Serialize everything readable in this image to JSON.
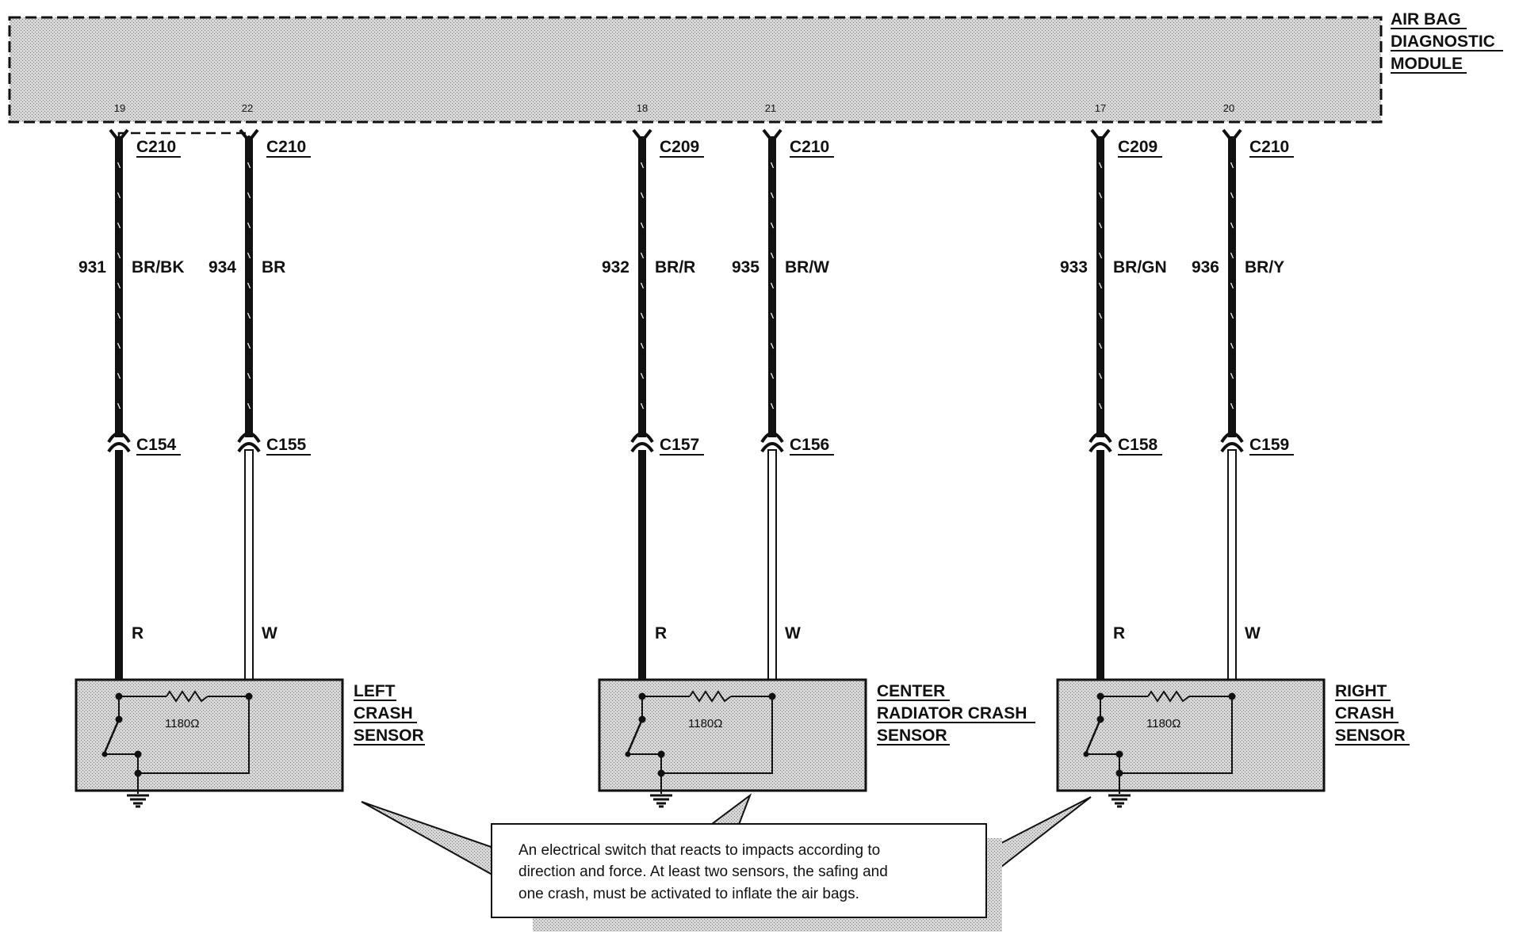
{
  "module": {
    "title_lines": [
      "AIR BAG",
      "DIAGNOSTIC",
      "MODULE"
    ]
  },
  "colors": {
    "wire": "#111111",
    "screen_fill": "#d6d6d6",
    "background": "#ffffff"
  },
  "circuits": [
    {
      "pin": "19",
      "module_connector": "C210",
      "circuit": "931",
      "color_code": "BR/BK",
      "sensor_connector": "C154",
      "sensor_wire": "R",
      "lower_wire": "solid"
    },
    {
      "pin": "22",
      "module_connector": "C210",
      "circuit": "934",
      "color_code": "BR",
      "sensor_connector": "C155",
      "sensor_wire": "W",
      "lower_wire": "hollow"
    },
    {
      "pin": "18",
      "module_connector": "C209",
      "circuit": "932",
      "color_code": "BR/R",
      "sensor_connector": "C157",
      "sensor_wire": "R",
      "lower_wire": "solid"
    },
    {
      "pin": "21",
      "module_connector": "C210",
      "circuit": "935",
      "color_code": "BR/W",
      "sensor_connector": "C156",
      "sensor_wire": "W",
      "lower_wire": "hollow"
    },
    {
      "pin": "17",
      "module_connector": "C209",
      "circuit": "933",
      "color_code": "BR/GN",
      "sensor_connector": "C158",
      "sensor_wire": "R",
      "lower_wire": "solid"
    },
    {
      "pin": "20",
      "module_connector": "C210",
      "circuit": "936",
      "color_code": "BR/Y",
      "sensor_connector": "C159",
      "sensor_wire": "W",
      "lower_wire": "hollow"
    }
  ],
  "sensors": [
    {
      "name_lines": [
        "LEFT",
        "CRASH",
        "SENSOR"
      ],
      "resistor": "1180Ω",
      "ground_icon": "ground-icon"
    },
    {
      "name_lines": [
        "CENTER",
        "RADIATOR CRASH",
        "SENSOR"
      ],
      "resistor": "1180Ω",
      "ground_icon": "ground-icon"
    },
    {
      "name_lines": [
        "RIGHT",
        "CRASH",
        "SENSOR"
      ],
      "resistor": "1180Ω",
      "ground_icon": "ground-icon"
    }
  ],
  "callout": {
    "lines": [
      "An electrical switch that reacts to impacts according  to",
      "direction and force. At least two sensors, the safing and",
      "one crash, must be activated to inflate the air bags."
    ]
  }
}
